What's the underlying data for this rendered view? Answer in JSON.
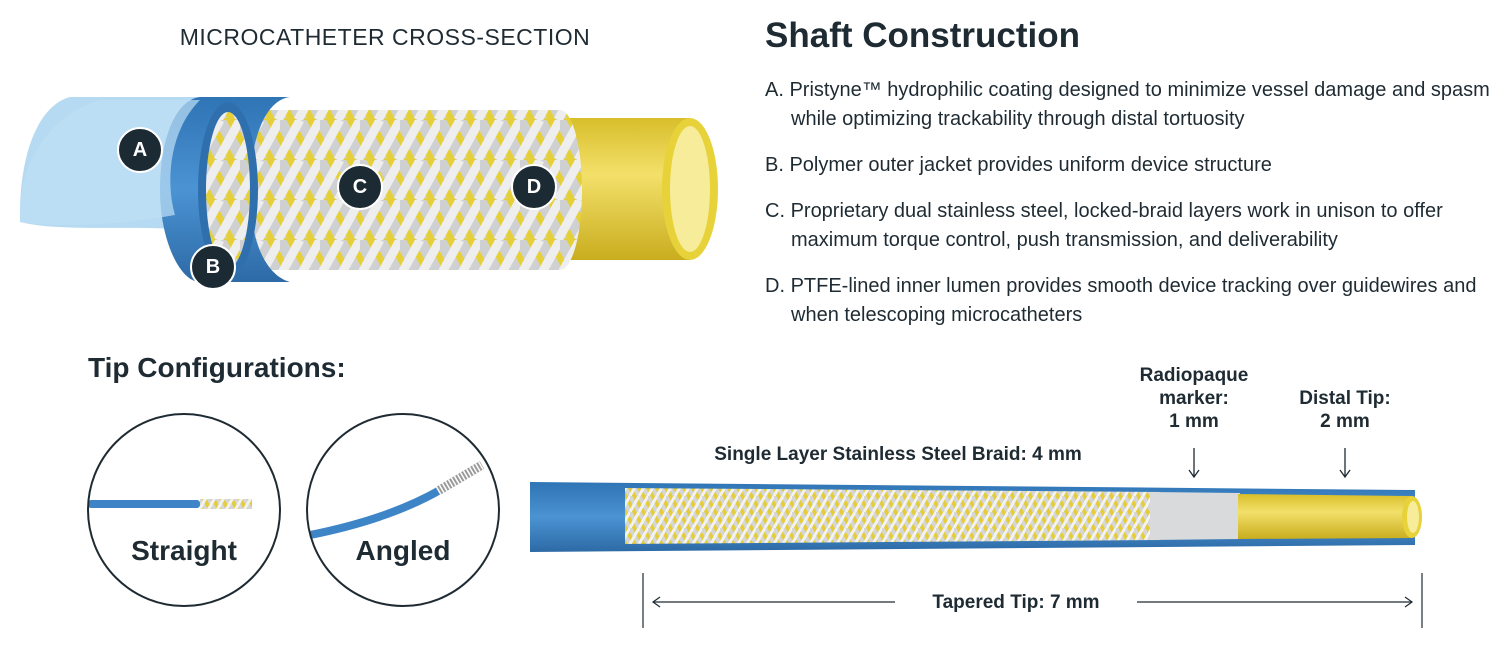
{
  "cross_section": {
    "title": "MICROCATHETER CROSS-SECTION",
    "markers": [
      "A",
      "B",
      "C",
      "D"
    ]
  },
  "shaft_construction": {
    "title": "Shaft Construction",
    "items": [
      {
        "letter": "A.",
        "text": "Pristyne™ hydrophilic coating designed to minimize vessel damage and spasm while optimizing trackability through distal tortuosity"
      },
      {
        "letter": "B.",
        "text": "Polymer outer jacket provides uniform device structure"
      },
      {
        "letter": "C.",
        "text": "Proprietary dual stainless steel, locked-braid layers work in unison to offer maximum torque control, push transmission, and deliverability"
      },
      {
        "letter": "D.",
        "text": "PTFE-lined inner lumen provides smooth device tracking over guidewires and when telescoping microcatheters"
      }
    ]
  },
  "tip_configurations": {
    "title": "Tip Configurations:",
    "options": [
      "Straight",
      "Angled"
    ]
  },
  "tip_diagram": {
    "braid_label": "Single Layer Stainless Steel Braid: 4 mm",
    "marker_label": [
      "Radiopaque",
      "marker:",
      "1 mm"
    ],
    "distal_label": [
      "Distal Tip:",
      "2 mm"
    ],
    "tapered_label": "Tapered Tip: 7 mm"
  },
  "colors": {
    "text": "#1f2b33",
    "jacket_blue": "#3f86c8",
    "coating": "#a9d3ef",
    "braid": "#d9dadb",
    "liner_yellow": "#e8d23a"
  }
}
